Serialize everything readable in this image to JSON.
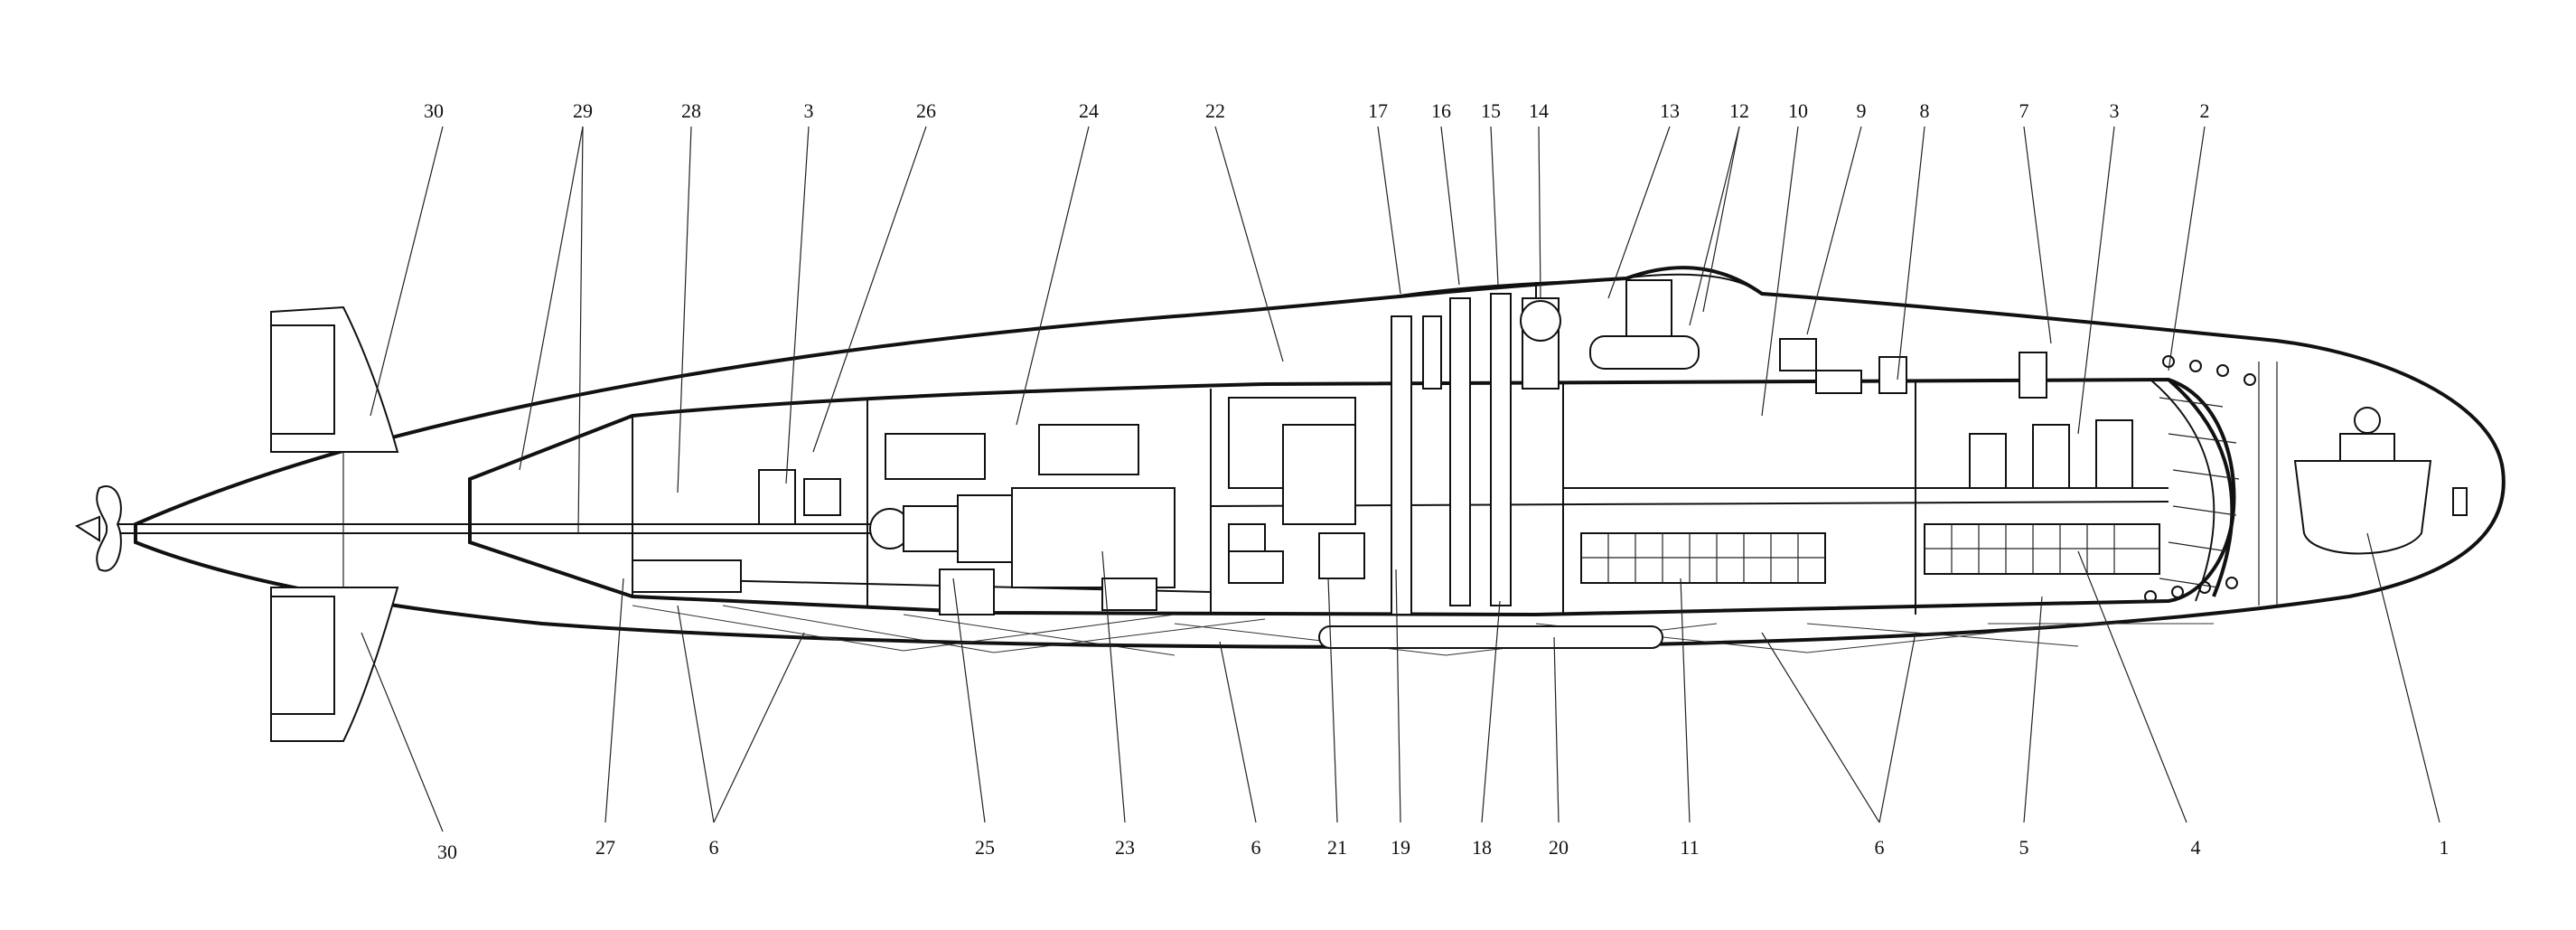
{
  "diagram": {
    "callouts": [
      {
        "id": "c30a",
        "text": "30"
      },
      {
        "id": "c29",
        "text": "29"
      },
      {
        "id": "c28",
        "text": "28"
      },
      {
        "id": "c3a",
        "text": "3"
      },
      {
        "id": "c26",
        "text": "26"
      },
      {
        "id": "c24",
        "text": "24"
      },
      {
        "id": "c22",
        "text": "22"
      },
      {
        "id": "c17",
        "text": "17"
      },
      {
        "id": "c16",
        "text": "16"
      },
      {
        "id": "c15",
        "text": "15"
      },
      {
        "id": "c14",
        "text": "14"
      },
      {
        "id": "c13",
        "text": "13"
      },
      {
        "id": "c12",
        "text": "12"
      },
      {
        "id": "c10",
        "text": "10"
      },
      {
        "id": "c9",
        "text": "9"
      },
      {
        "id": "c8",
        "text": "8"
      },
      {
        "id": "c7",
        "text": "7"
      },
      {
        "id": "c3b",
        "text": "3"
      },
      {
        "id": "c2",
        "text": "2"
      },
      {
        "id": "c30b",
        "text": "30"
      },
      {
        "id": "c27",
        "text": "27"
      },
      {
        "id": "c6a",
        "text": "6"
      },
      {
        "id": "c25",
        "text": "25"
      },
      {
        "id": "c23",
        "text": "23"
      },
      {
        "id": "c6b",
        "text": "6"
      },
      {
        "id": "c21",
        "text": "21"
      },
      {
        "id": "c19",
        "text": "19"
      },
      {
        "id": "c18",
        "text": "18"
      },
      {
        "id": "c20",
        "text": "20"
      },
      {
        "id": "c11",
        "text": "11"
      },
      {
        "id": "c6c",
        "text": "6"
      },
      {
        "id": "c5",
        "text": "5"
      },
      {
        "id": "c4",
        "text": "4"
      },
      {
        "id": "c1",
        "text": "1"
      }
    ]
  }
}
